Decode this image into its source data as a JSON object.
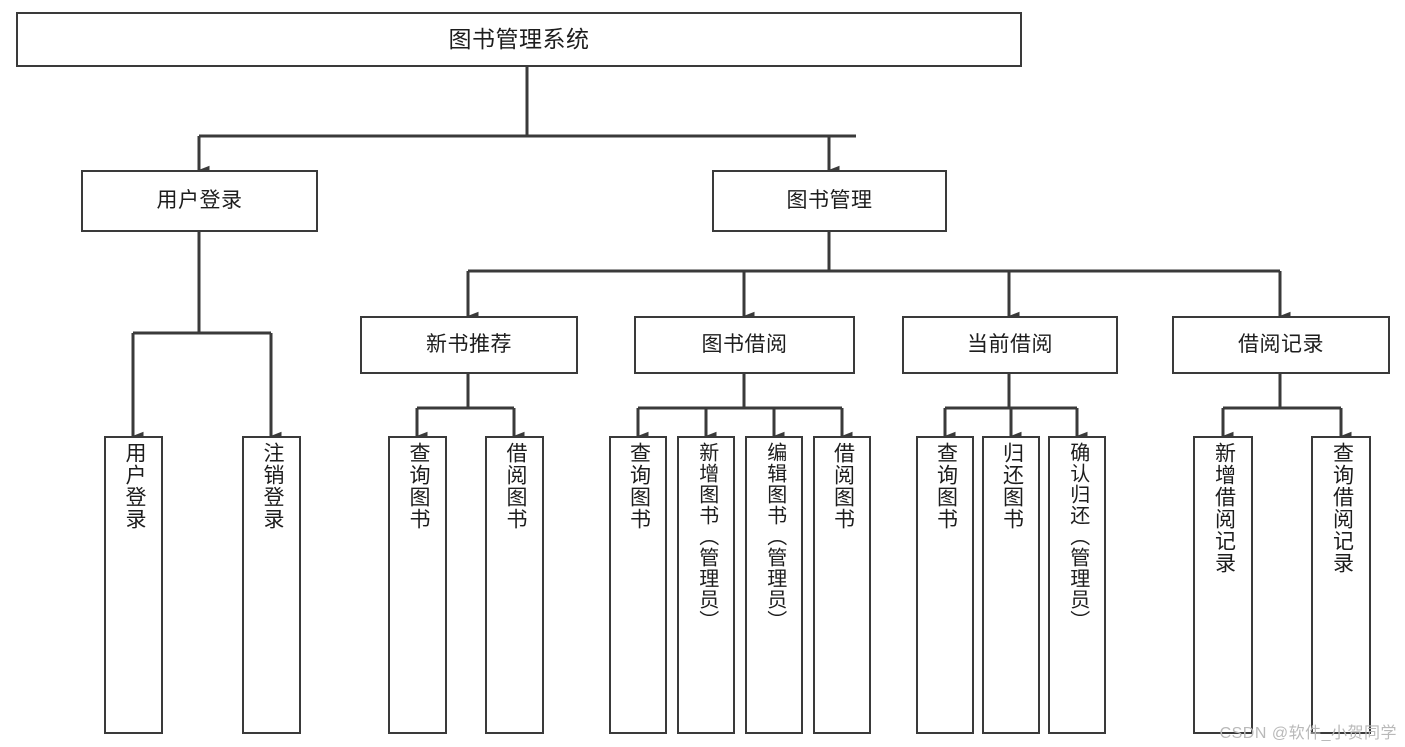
{
  "diagram": {
    "title": "图书管理系统",
    "type": "tree-hierarchy",
    "watermark": "CSDN @软件_小贺同学",
    "colors": {
      "border": "#3a3a3a",
      "background": "#ffffff",
      "text": "#1d1d1d",
      "watermark": "#b9b9b9"
    },
    "root": {
      "label": "图书管理系统"
    },
    "level1": [
      {
        "label": "用户登录"
      },
      {
        "label": "图书管理"
      }
    ],
    "level2": [
      {
        "label": "新书推荐"
      },
      {
        "label": "图书借阅"
      },
      {
        "label": "当前借阅"
      },
      {
        "label": "借阅记录"
      }
    ],
    "leaves": {
      "user_login": [
        {
          "label": "用户登录"
        },
        {
          "label": "注销登录"
        }
      ],
      "new_book_recommend": [
        {
          "label": "查询图书"
        },
        {
          "label": "借阅图书"
        }
      ],
      "book_borrow": [
        {
          "label": "查询图书"
        },
        {
          "label": "新增图书（管理员）"
        },
        {
          "label": "编辑图书（管理员）"
        },
        {
          "label": "借阅图书"
        }
      ],
      "current_borrow": [
        {
          "label": "查询图书"
        },
        {
          "label": "归还图书"
        },
        {
          "label": "确认归还（管理员）"
        }
      ],
      "borrow_record": [
        {
          "label": "新增借阅记录"
        },
        {
          "label": "查询借阅记录"
        }
      ]
    }
  }
}
